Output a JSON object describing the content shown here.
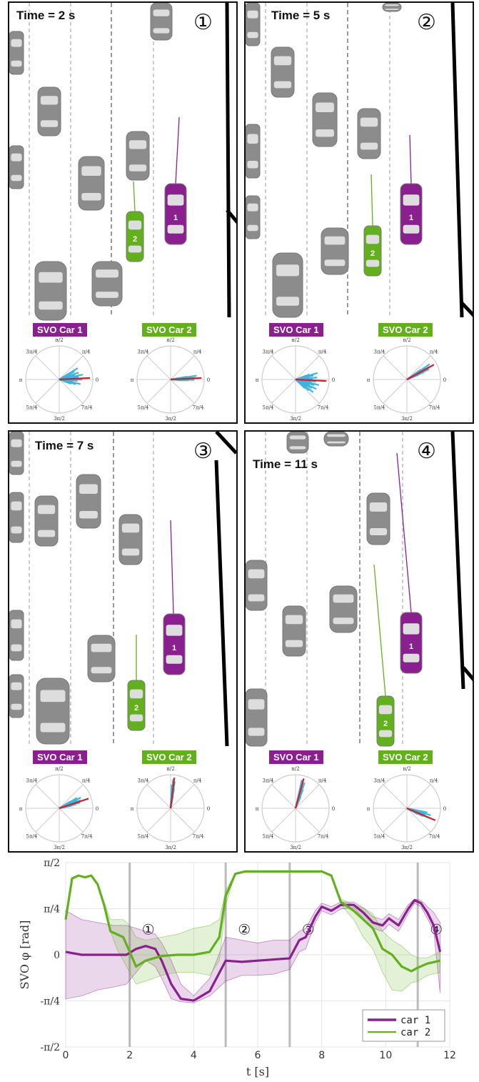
{
  "colors": {
    "car1": "#8a1f8f",
    "car2": "#63b01e",
    "gray_car": "#8c8c8c",
    "rose": "#3fb4dc",
    "mean": "#d0202a"
  },
  "rose_labels": {
    "top": "π/2",
    "topright": "π/4",
    "right": "0",
    "bottomright": "7π/4",
    "bottom": "3π/2",
    "bottomleft": "5π/4",
    "left": "π",
    "topleft": "3π/4"
  },
  "panels": [
    {
      "title": "Time = 2 s",
      "number": "①",
      "svo1_label": "SVO Car 1",
      "svo2_label": "SVO Car 2",
      "car1_id": "1",
      "car2_id": "2"
    },
    {
      "title": "Time = 5 s",
      "number": "②",
      "svo1_label": "SVO Car 1",
      "svo2_label": "SVO Car 2",
      "car1_id": "1",
      "car2_id": "2"
    },
    {
      "title": "Time = 7 s",
      "number": "③",
      "svo1_label": "SVO Car 1",
      "svo2_label": "SVO Car 2",
      "car1_id": "1",
      "car2_id": "2"
    },
    {
      "title": "Time = 11 s",
      "number": "④",
      "svo1_label": "SVO Car 1",
      "svo2_label": "SVO Car 2",
      "car1_id": "1",
      "car2_id": "2"
    }
  ],
  "chart_data": {
    "type": "line",
    "ylabel": "SVO φ [rad]",
    "xlabel": "t [s]",
    "xlim": [
      0,
      12
    ],
    "ylim": [
      -1.5708,
      1.5708
    ],
    "xticks": [
      0,
      2,
      4,
      6,
      8,
      10,
      12
    ],
    "yticks": [
      {
        "v": 1.5708,
        "label": "π/2"
      },
      {
        "v": 0.7854,
        "label": "π/4"
      },
      {
        "v": 0,
        "label": "0"
      },
      {
        "v": -0.7854,
        "label": "-π/4"
      },
      {
        "v": -1.5708,
        "label": "-π/2"
      }
    ],
    "markers": [
      {
        "t": 2,
        "label": "①"
      },
      {
        "t": 5,
        "label": "②"
      },
      {
        "t": 7,
        "label": "③"
      },
      {
        "t": 11,
        "label": "④"
      }
    ],
    "legend_position": "bottom-right",
    "grid": true,
    "series": [
      {
        "name": "car 1",
        "x": [
          0,
          0.5,
          1,
          1.5,
          1.9,
          2.2,
          2.5,
          2.8,
          3.0,
          3.3,
          3.6,
          4.0,
          4.5,
          5.0,
          5.5,
          6.0,
          6.5,
          7.0,
          7.3,
          7.5,
          7.8,
          8.0,
          8.3,
          8.6,
          9.0,
          9.3,
          9.6,
          9.9,
          10.1,
          10.4,
          10.7,
          10.9,
          11.1,
          11.3,
          11.5,
          11.7
        ],
        "y": [
          0.05,
          0,
          0,
          0,
          0,
          0.1,
          0.15,
          0.1,
          -0.1,
          -0.5,
          -0.75,
          -0.78,
          -0.62,
          -0.1,
          -0.12,
          -0.1,
          -0.08,
          -0.06,
          0.25,
          0.3,
          0.65,
          0.82,
          0.75,
          0.85,
          0.85,
          0.72,
          0.55,
          0.5,
          0.62,
          0.5,
          0.78,
          0.93,
          0.88,
          0.72,
          0.5,
          0.05
        ],
        "lower": [
          -0.75,
          -0.7,
          -0.6,
          -0.55,
          -0.5,
          -0.3,
          -0.1,
          -0.2,
          -0.4,
          -0.75,
          -0.8,
          -0.82,
          -0.7,
          -0.45,
          -0.35,
          -0.35,
          -0.33,
          -0.25,
          0.05,
          0.1,
          0.55,
          0.75,
          0.68,
          0.78,
          0.8,
          0.62,
          0.45,
          0.4,
          0.52,
          0.4,
          0.7,
          0.88,
          0.82,
          0.62,
          0.4,
          -0.65
        ],
        "upper": [
          0.75,
          0.6,
          0.55,
          0.5,
          0.5,
          0.45,
          0.4,
          0.35,
          0.2,
          -0.1,
          -0.5,
          -0.7,
          -0.4,
          0.3,
          0.25,
          0.2,
          0.25,
          0.25,
          0.4,
          0.45,
          0.75,
          0.88,
          0.82,
          0.9,
          0.9,
          0.8,
          0.65,
          0.6,
          0.7,
          0.6,
          0.85,
          0.95,
          0.93,
          0.82,
          0.72,
          0.55
        ]
      },
      {
        "name": "car 2",
        "x": [
          0,
          0.2,
          0.4,
          0.6,
          0.8,
          1.0,
          1.2,
          1.4,
          1.6,
          1.8,
          2.0,
          2.2,
          2.5,
          3.0,
          3.5,
          4.0,
          4.5,
          4.8,
          5.0,
          5.3,
          5.6,
          6,
          7,
          8,
          8.3,
          8.6,
          9.0,
          9.3,
          9.6,
          9.9,
          10.2,
          10.5,
          10.8,
          11.0,
          11.3,
          11.7
        ],
        "y": [
          0.6,
          1.3,
          1.35,
          1.32,
          1.35,
          1.2,
          0.85,
          0.4,
          0.35,
          0.3,
          0.05,
          -0.2,
          -0.1,
          -0.02,
          0,
          0,
          0.05,
          0.3,
          1.0,
          1.38,
          1.42,
          1.42,
          1.42,
          1.42,
          1.35,
          0.9,
          0.75,
          0.6,
          0.45,
          0.1,
          0,
          -0.2,
          -0.28,
          -0.22,
          -0.15,
          -0.1
        ],
        "lower": [
          0.6,
          1.3,
          1.35,
          1.32,
          1.35,
          1.2,
          0.85,
          0.4,
          0.1,
          -0.1,
          -0.3,
          -0.5,
          -0.45,
          -0.35,
          -0.3,
          -0.3,
          -0.35,
          -0.1,
          0.85,
          1.38,
          1.42,
          1.42,
          1.42,
          1.42,
          1.35,
          0.85,
          0.6,
          0.3,
          0.1,
          -0.3,
          -0.6,
          -0.62,
          -0.48,
          -0.45,
          -0.35,
          -0.3
        ],
        "upper": [
          0.6,
          1.3,
          1.35,
          1.32,
          1.35,
          1.2,
          0.9,
          0.6,
          0.6,
          0.6,
          0.5,
          0.3,
          0.25,
          0.3,
          0.35,
          0.45,
          0.5,
          0.6,
          1.1,
          1.38,
          1.42,
          1.42,
          1.42,
          1.42,
          1.35,
          0.95,
          0.85,
          0.8,
          0.7,
          0.4,
          0.25,
          0.15,
          0,
          -0.05,
          -0.05,
          0.05
        ]
      }
    ]
  }
}
